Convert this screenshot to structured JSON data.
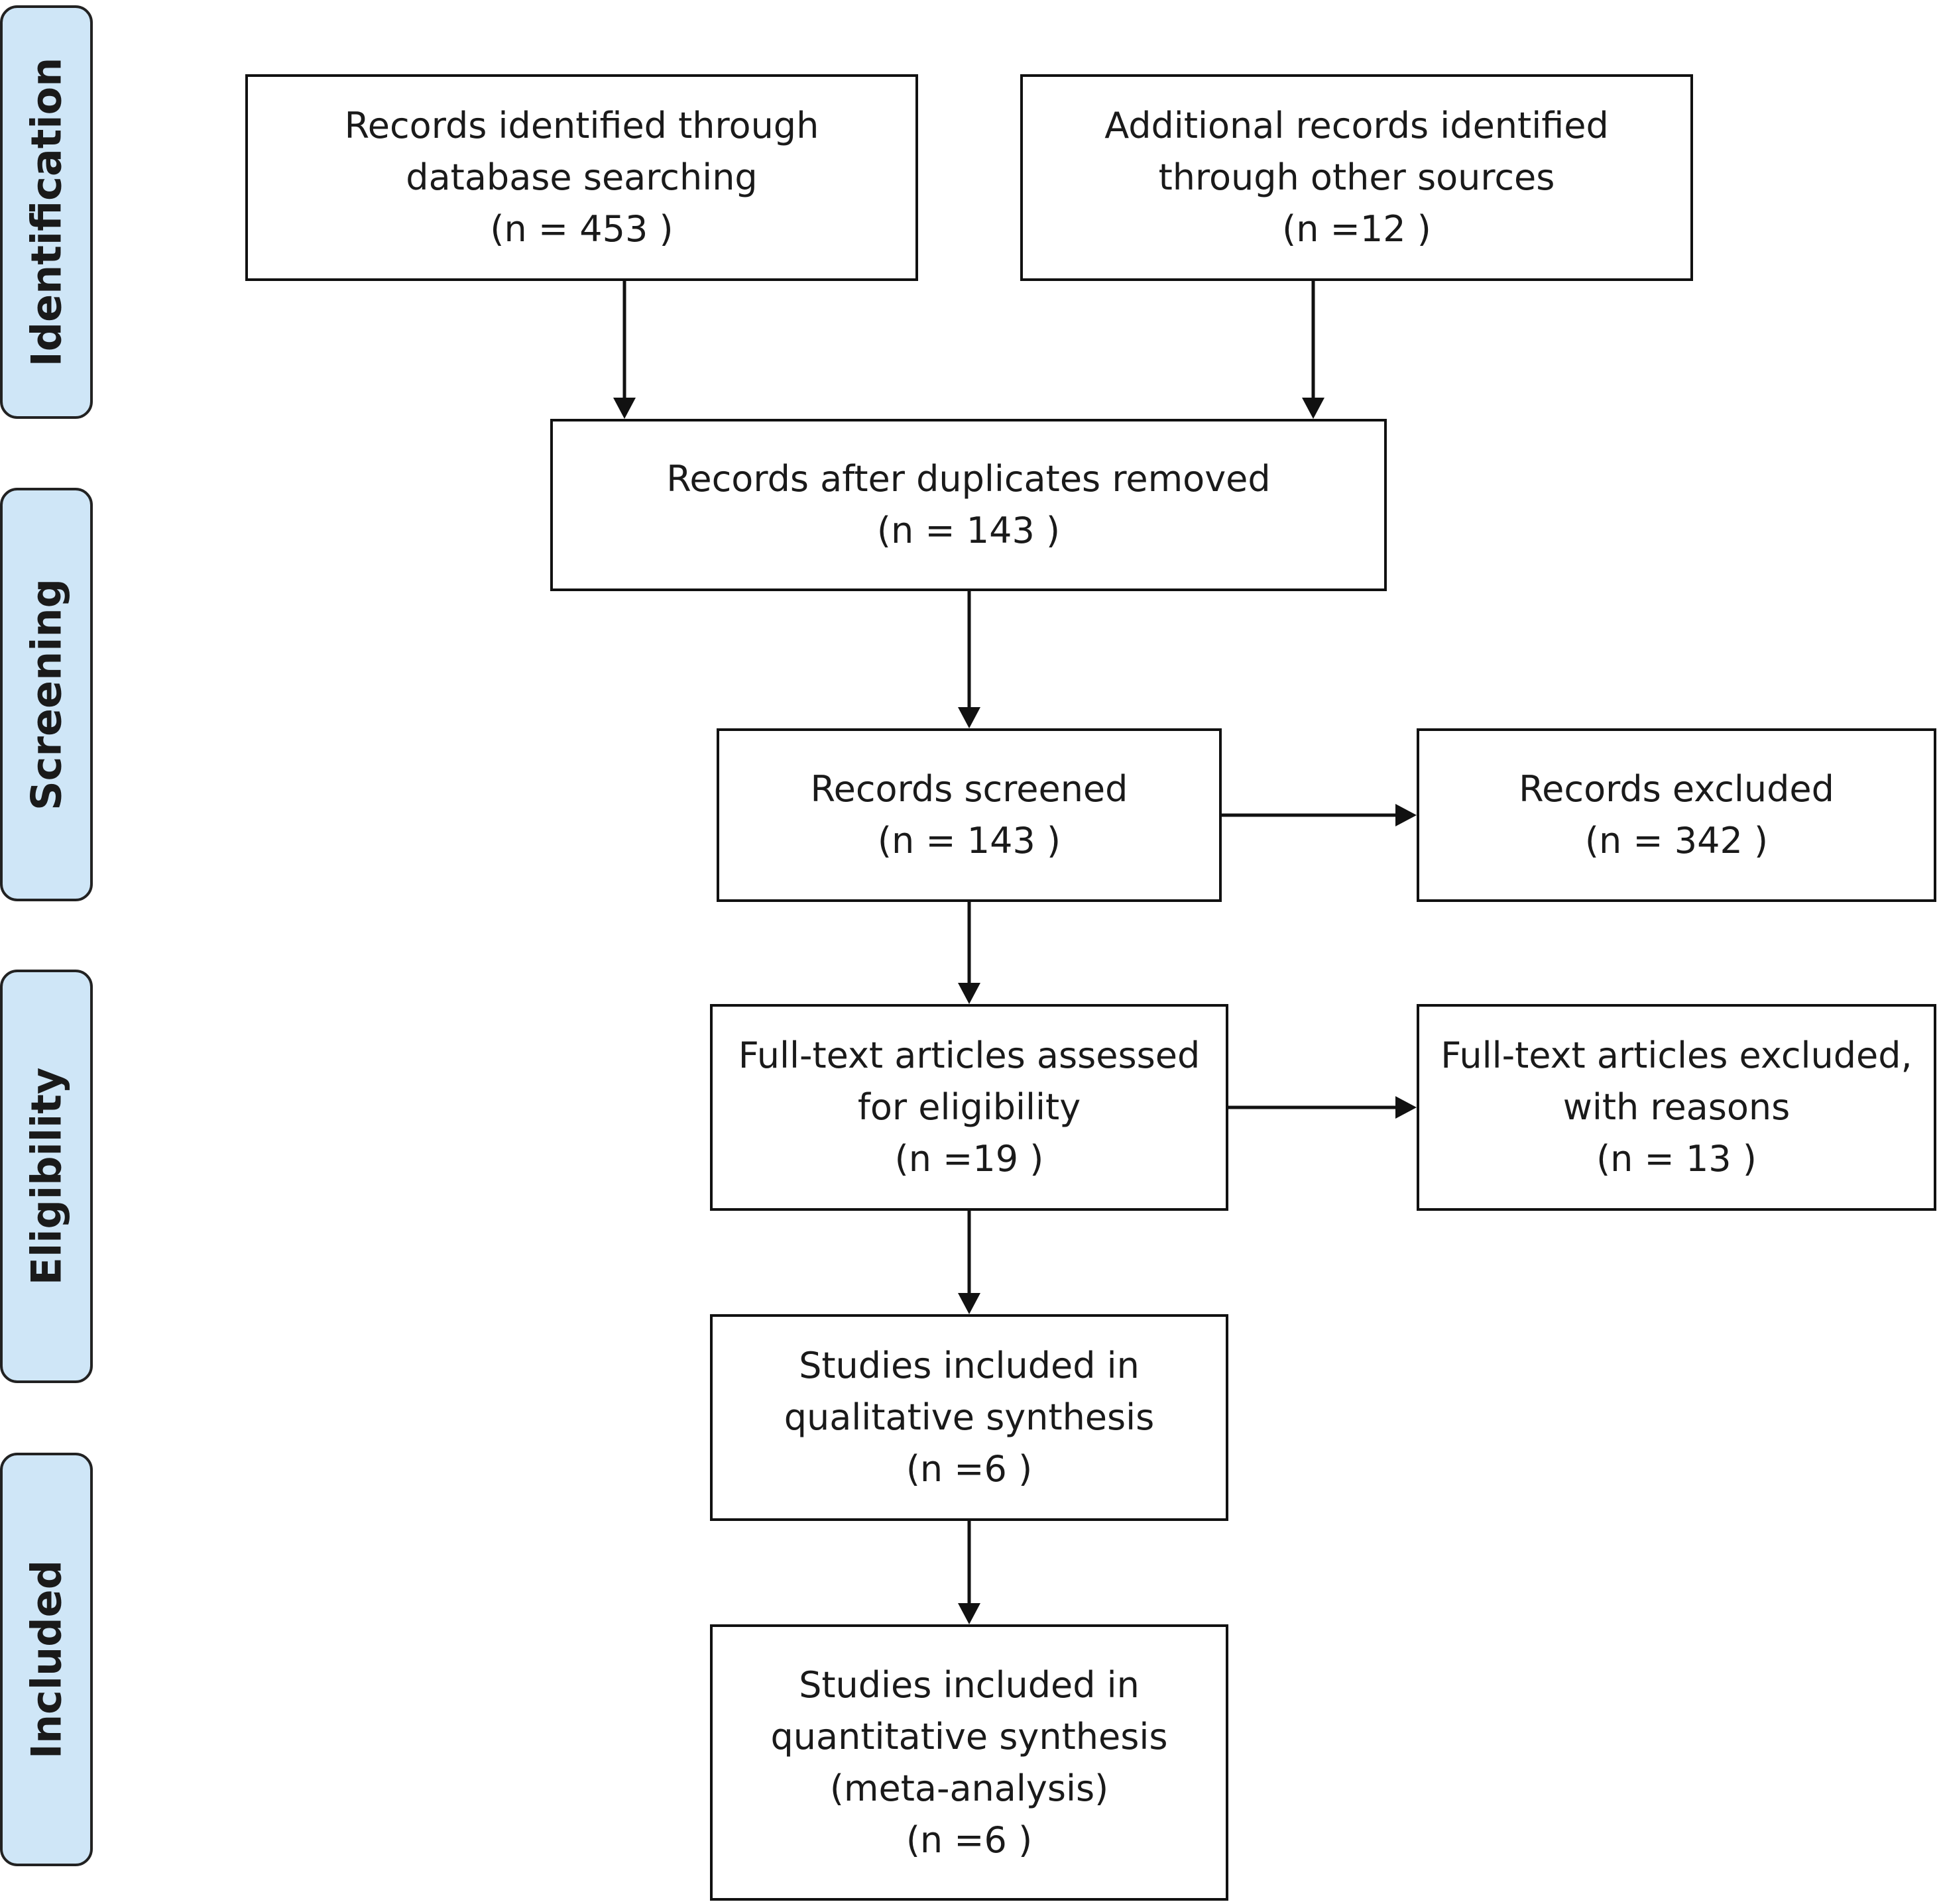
{
  "stages": {
    "identification": "Identification",
    "screening": "Screening",
    "eligibility": "Eligibility",
    "included": "Included"
  },
  "boxes": {
    "database": {
      "line1": "Records identified through",
      "line2": "database searching",
      "count": "(n = 453 )"
    },
    "other_sources": {
      "line1": "Additional records identified",
      "line2": "through other sources",
      "count": "(n =12 )"
    },
    "duplicates_removed": {
      "line1": "Records after duplicates removed",
      "count": "(n = 143 )"
    },
    "screened": {
      "line1": "Records screened",
      "count": "(n = 143 )"
    },
    "excluded": {
      "line1": "Records excluded",
      "count": "(n = 342 )"
    },
    "full_text": {
      "line1": "Full-text articles assessed",
      "line2": "for eligibility",
      "count": "(n =19 )"
    },
    "full_text_excluded": {
      "line1": "Full-text articles excluded,",
      "line2": "with reasons",
      "count": "(n = 13 )"
    },
    "qualitative": {
      "line1": "Studies included in",
      "line2": "qualitative synthesis",
      "count": "(n =6 )"
    },
    "quantitative": {
      "line1": "Studies included in",
      "line2": "quantitative synthesis",
      "line3": "(meta-analysis)",
      "count": "(n =6 )"
    }
  }
}
